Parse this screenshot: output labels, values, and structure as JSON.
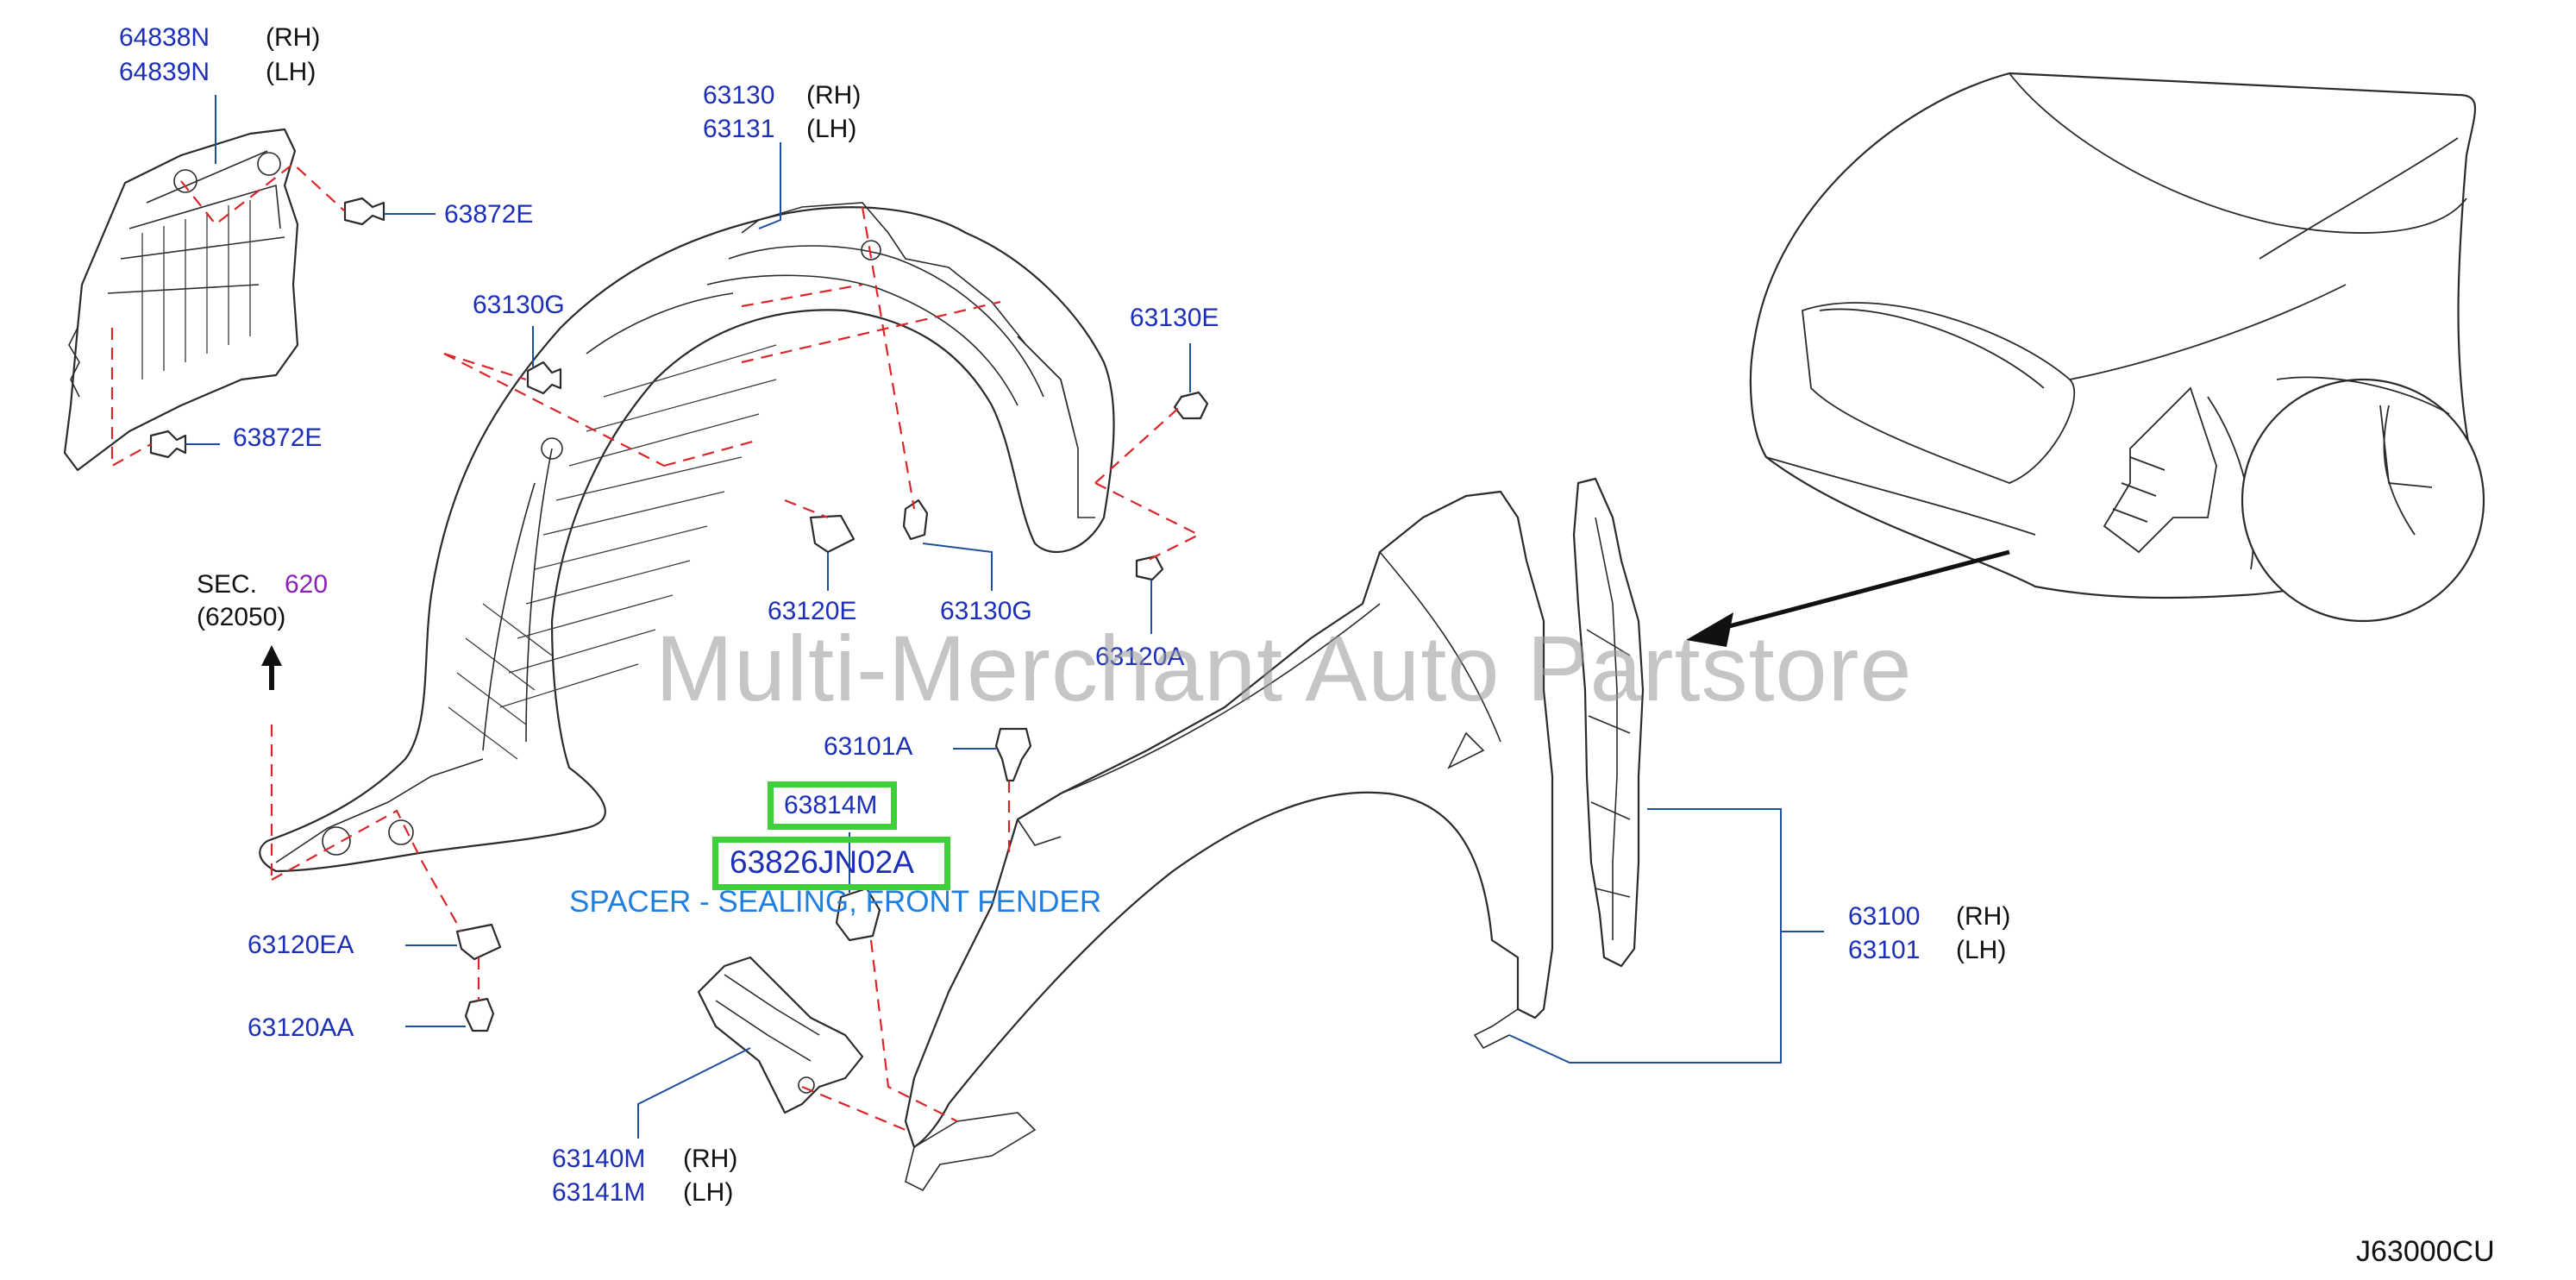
{
  "callouts": {
    "c_64838N": {
      "part": "64838N",
      "side": "(RH)"
    },
    "c_64839N": {
      "part": "64839N",
      "side": "(LH)"
    },
    "c_63872E_top": {
      "part": "63872E"
    },
    "c_63872E_bot": {
      "part": "63872E"
    },
    "c_63130G_top": {
      "part": "63130G"
    },
    "c_63130": {
      "part": "63130",
      "side": "(RH)"
    },
    "c_63131": {
      "part": "63131",
      "side": "(LH)"
    },
    "c_63130E": {
      "part": "63130E"
    },
    "c_63120E": {
      "part": "63120E"
    },
    "c_63130G_mid": {
      "part": "63130G"
    },
    "c_63120A": {
      "part": "63120A"
    },
    "c_63101A": {
      "part": "63101A"
    },
    "c_63814M": {
      "part": "63814M"
    },
    "c_63826JN02A": {
      "part": "63826JN02A"
    },
    "c_63120EA": {
      "part": "63120EA"
    },
    "c_63120AA": {
      "part": "63120AA"
    },
    "c_63100": {
      "part": "63100",
      "side": "(RH)"
    },
    "c_63101": {
      "part": "63101",
      "side": "(LH)"
    },
    "c_63140M": {
      "part": "63140M",
      "side": "(RH)"
    },
    "c_63141M": {
      "part": "63141M",
      "side": "(LH)"
    }
  },
  "section_ref": {
    "prefix": "SEC.",
    "number": "620",
    "sub": "(62050)"
  },
  "description": "SPACER - SEALING, FRONT FENDER",
  "watermark": "Multi-Merchant Auto Partstore",
  "diagram_code": "J63000CU",
  "colors": {
    "part_number": "#1c2fb8",
    "highlight": "#3fcf3a",
    "description": "#1f7fe0",
    "section_ref": "#8b1fb8",
    "dashed_guides": "#d9262a"
  }
}
